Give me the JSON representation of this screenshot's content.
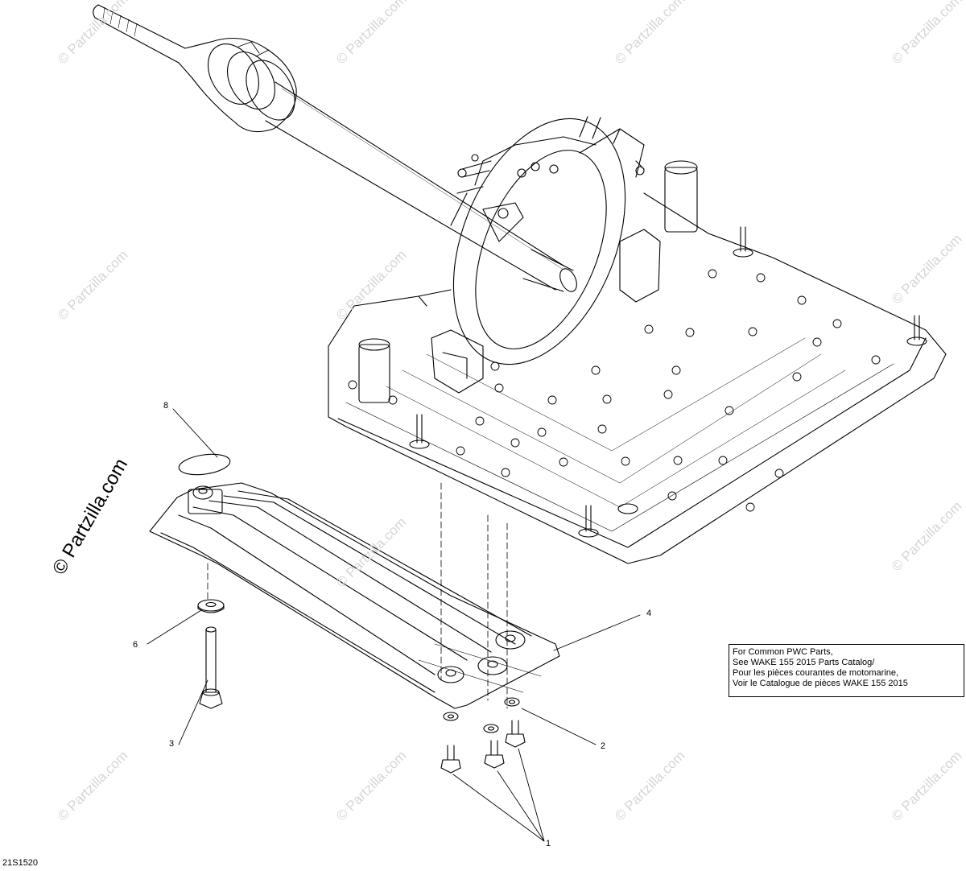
{
  "watermark": {
    "text": "© Partzilla.com",
    "big_text": "© Partzilla.com"
  },
  "callouts": {
    "n1": "1",
    "n2": "2",
    "n3": "3",
    "n4": "4",
    "n6": "6",
    "n8": "8"
  },
  "note": {
    "line1": "For Common PWC Parts,",
    "line2": "See WAKE 155 2015 Parts Catalog/",
    "line3": "Pour les pièces courantes de motomarine,",
    "line4": "Voir le Catalogue de pièces WAKE 155 2015"
  },
  "diagram_code": "21S1520"
}
